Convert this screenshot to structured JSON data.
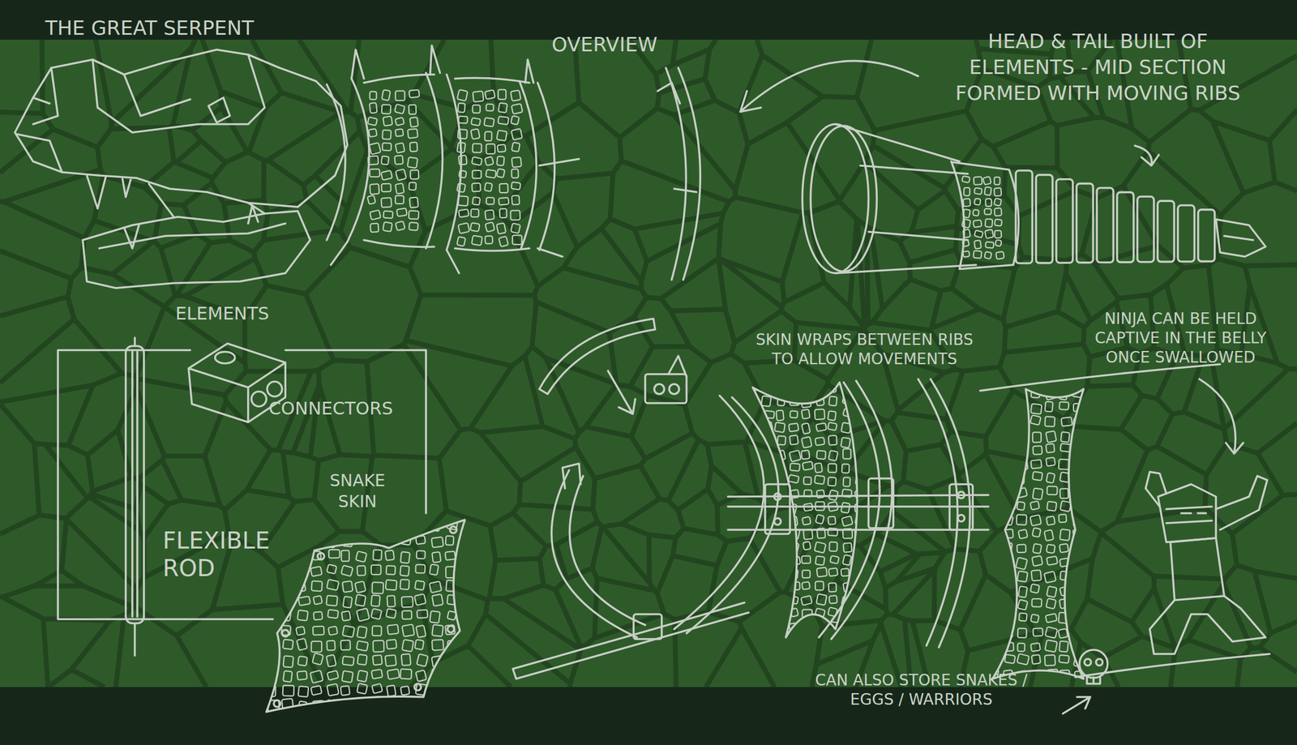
{
  "diagram": {
    "title": "THE GREAT SERPENT",
    "labels": [
      "OVERVIEW",
      "HEAD & TAIL BUILT OF ELEMENTS - MID SECTION FORMED WITH MOVING RIBS",
      "ELEMENTS",
      "CONNECTORS",
      "SNAKE SKIN",
      "FLEXIBLE ROD",
      "SKIN WRAPS BETWEEN RIBS TO ALLOW MOVEMENTS",
      "NINJA CAN BE HELD CAPTIVE IN THE BELLY ONCE SWALLOWED",
      "CAN ALSO STORE SNAKES / EGGS / WARRIORS"
    ]
  }
}
